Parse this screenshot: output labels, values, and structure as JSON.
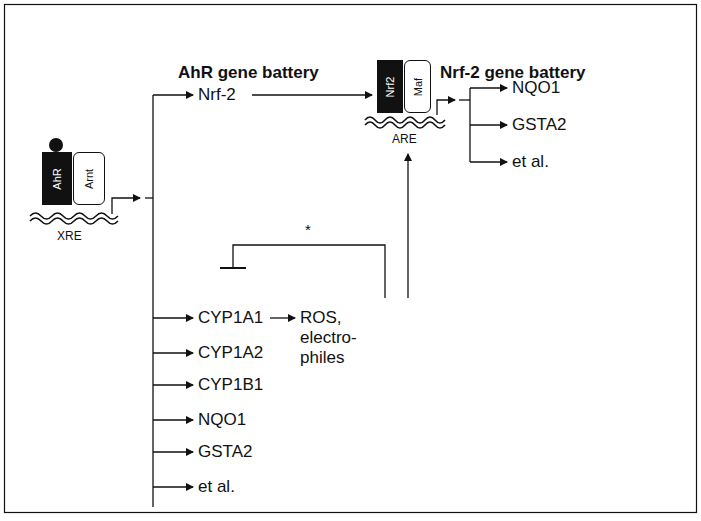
{
  "diagram": {
    "nodes": [
      {
        "text": [
          "AhR"
        ]
      },
      {
        "text": [
          "Arnt"
        ]
      },
      {
        "text": [
          "Nrf2"
        ]
      },
      {
        "text": [
          "Maf"
        ]
      }
    ],
    "labels": [
      "AhR gene battery",
      "Nrf-2 gene battery",
      "XRE",
      "Nrf-2",
      "ARE",
      "NQO1",
      "GSTA2",
      "et al.",
      "*",
      "CYP1A1",
      "ROS, electro- philes",
      "CYP1A2",
      "CYP1B1",
      "NQO1",
      "GSTA2",
      "et al."
    ]
  }
}
